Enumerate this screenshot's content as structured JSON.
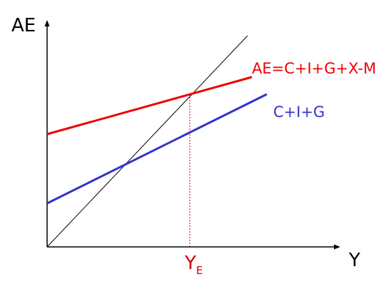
{
  "diagram": {
    "y_axis_label": "AE",
    "x_axis_label": "Y",
    "equilibrium_label": {
      "main": "Y",
      "subscript": "E"
    },
    "lines": [
      {
        "id": "ae-total",
        "label": "AE=C+I+G+X-M",
        "color": "#ee0000"
      },
      {
        "id": "cig",
        "label": "C+I+G",
        "color": "#3333cc"
      },
      {
        "id": "forty-five-degree",
        "label": "",
        "color": "#000000"
      }
    ],
    "colors": {
      "axis": "#000000",
      "equilibrium_marker": "#cc0000"
    }
  }
}
